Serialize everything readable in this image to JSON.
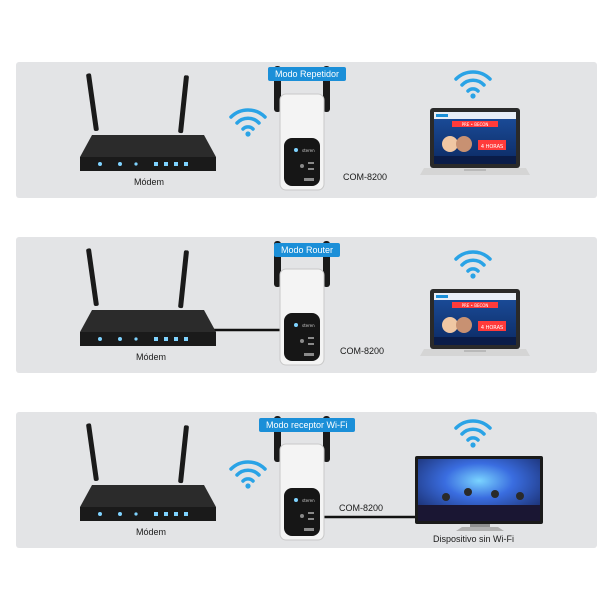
{
  "panels": [
    {
      "mode_label": "Modo Repetidor",
      "modem_label": "Módem",
      "device_label": "COM-8200",
      "client_screen": {
        "banner": "PRE • BECON",
        "promo": "4 HORAS"
      }
    },
    {
      "mode_label": "Modo Router",
      "modem_label": "Módem",
      "device_label": "COM-8200",
      "client_screen": {
        "banner": "PRE • BECON",
        "promo": "4 HORAS"
      }
    },
    {
      "mode_label": "Modo receptor Wi-Fi",
      "modem_label": "Módem",
      "device_label": "COM-8200",
      "client_label": "Dispositivo sin Wi-Fi"
    }
  ],
  "colors": {
    "panel_bg": "#e3e4e6",
    "badge_bg": "#1b8fd8",
    "wifi": "#2aa3e6",
    "router_body": "#1f1f1f",
    "cable": "#111111"
  },
  "icons": [
    "wifi-icon",
    "router-image",
    "repeater-image",
    "laptop-image",
    "tv-image"
  ]
}
